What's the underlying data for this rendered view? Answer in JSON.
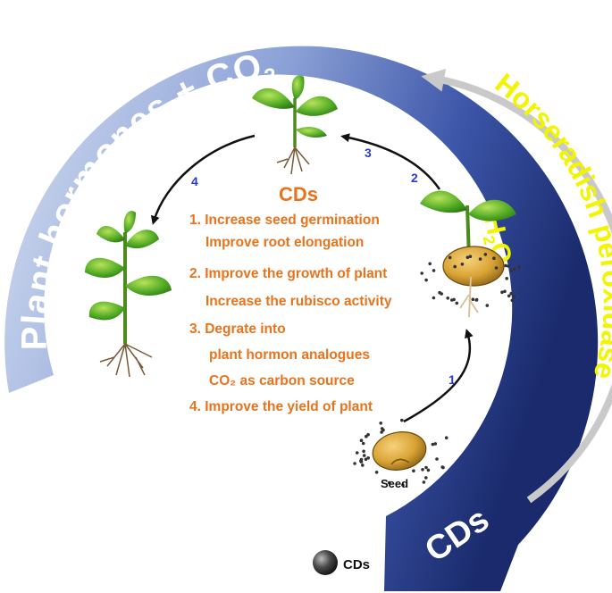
{
  "ring": {
    "outer_text": "Plant hormones + CO",
    "outer_subscript": "2",
    "enzyme_label": "Horseradish peroxidase",
    "oxidant": "H",
    "oxidant_sub": "2",
    "oxidant_end": "O",
    "oxidant_sub2": "2",
    "start_label": "CDs"
  },
  "center": {
    "title": "CDs",
    "lines": [
      "1. Increase seed germination",
      "Improve root elongation",
      "2. Improve the growth of plant",
      "Increase the rubisco activity",
      "3. Degrate into",
      "plant hormon analogues",
      "CO₂ as carbon source",
      "4. Improve the yield of plant"
    ]
  },
  "steps": [
    "1",
    "2",
    "3",
    "4"
  ],
  "seed_label": "Seed",
  "legend": {
    "label": "CDs"
  },
  "colors": {
    "ring_light": "#b9c8e6",
    "ring_mid": "#6f86c4",
    "ring_dark": "#22337a",
    "orange": "#e8731c",
    "yellow": "#f2f400",
    "step_blue": "#2a3bd0",
    "leaf": "#3c9a1e",
    "seed": "#c99a2e"
  }
}
